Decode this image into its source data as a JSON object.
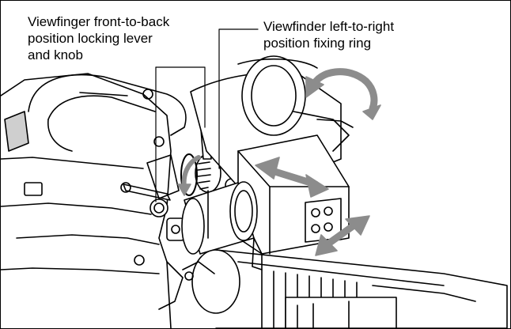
{
  "callouts": {
    "left": {
      "lines": [
        "Viewfinger front-to-back",
        "position locking lever",
        "and knob"
      ]
    },
    "right": {
      "lines": [
        "Viewfinder left-to-right",
        "position fixing ring"
      ]
    }
  },
  "colors": {
    "ink": "#000000",
    "arrow_fill": "#8c8c8c",
    "shade": "#cfcfcf",
    "paper": "#ffffff"
  },
  "icons": [
    "rotation-arrow-icon",
    "double-arrow-horizontal-icon",
    "double-arrow-diagonal-icon"
  ]
}
